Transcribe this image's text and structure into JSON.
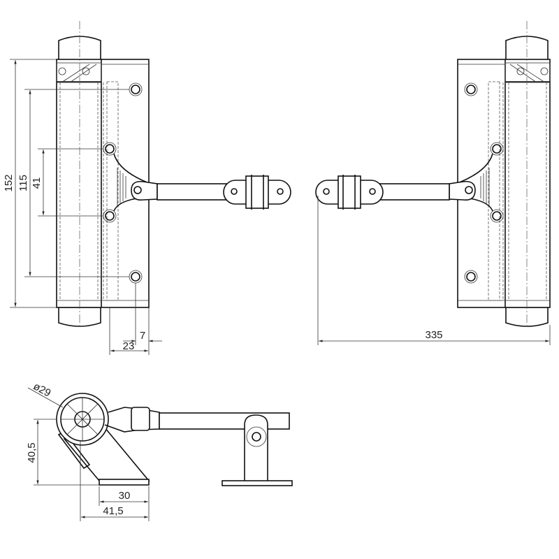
{
  "title": "Door closer technical drawing",
  "front_view": {
    "dims": {
      "total_height": "152",
      "hole_spacing_outer": "115",
      "hole_spacing_inner": "41",
      "plate_width": "23",
      "hole_offset": "7"
    }
  },
  "rear_view": {
    "dims": {
      "total_length": "335"
    }
  },
  "side_view": {
    "dims": {
      "diameter": "ø29",
      "height": "40,5",
      "base_width": "30",
      "total_depth": "41,5"
    }
  },
  "colors": {
    "line": "#111111",
    "background": "#ffffff"
  }
}
